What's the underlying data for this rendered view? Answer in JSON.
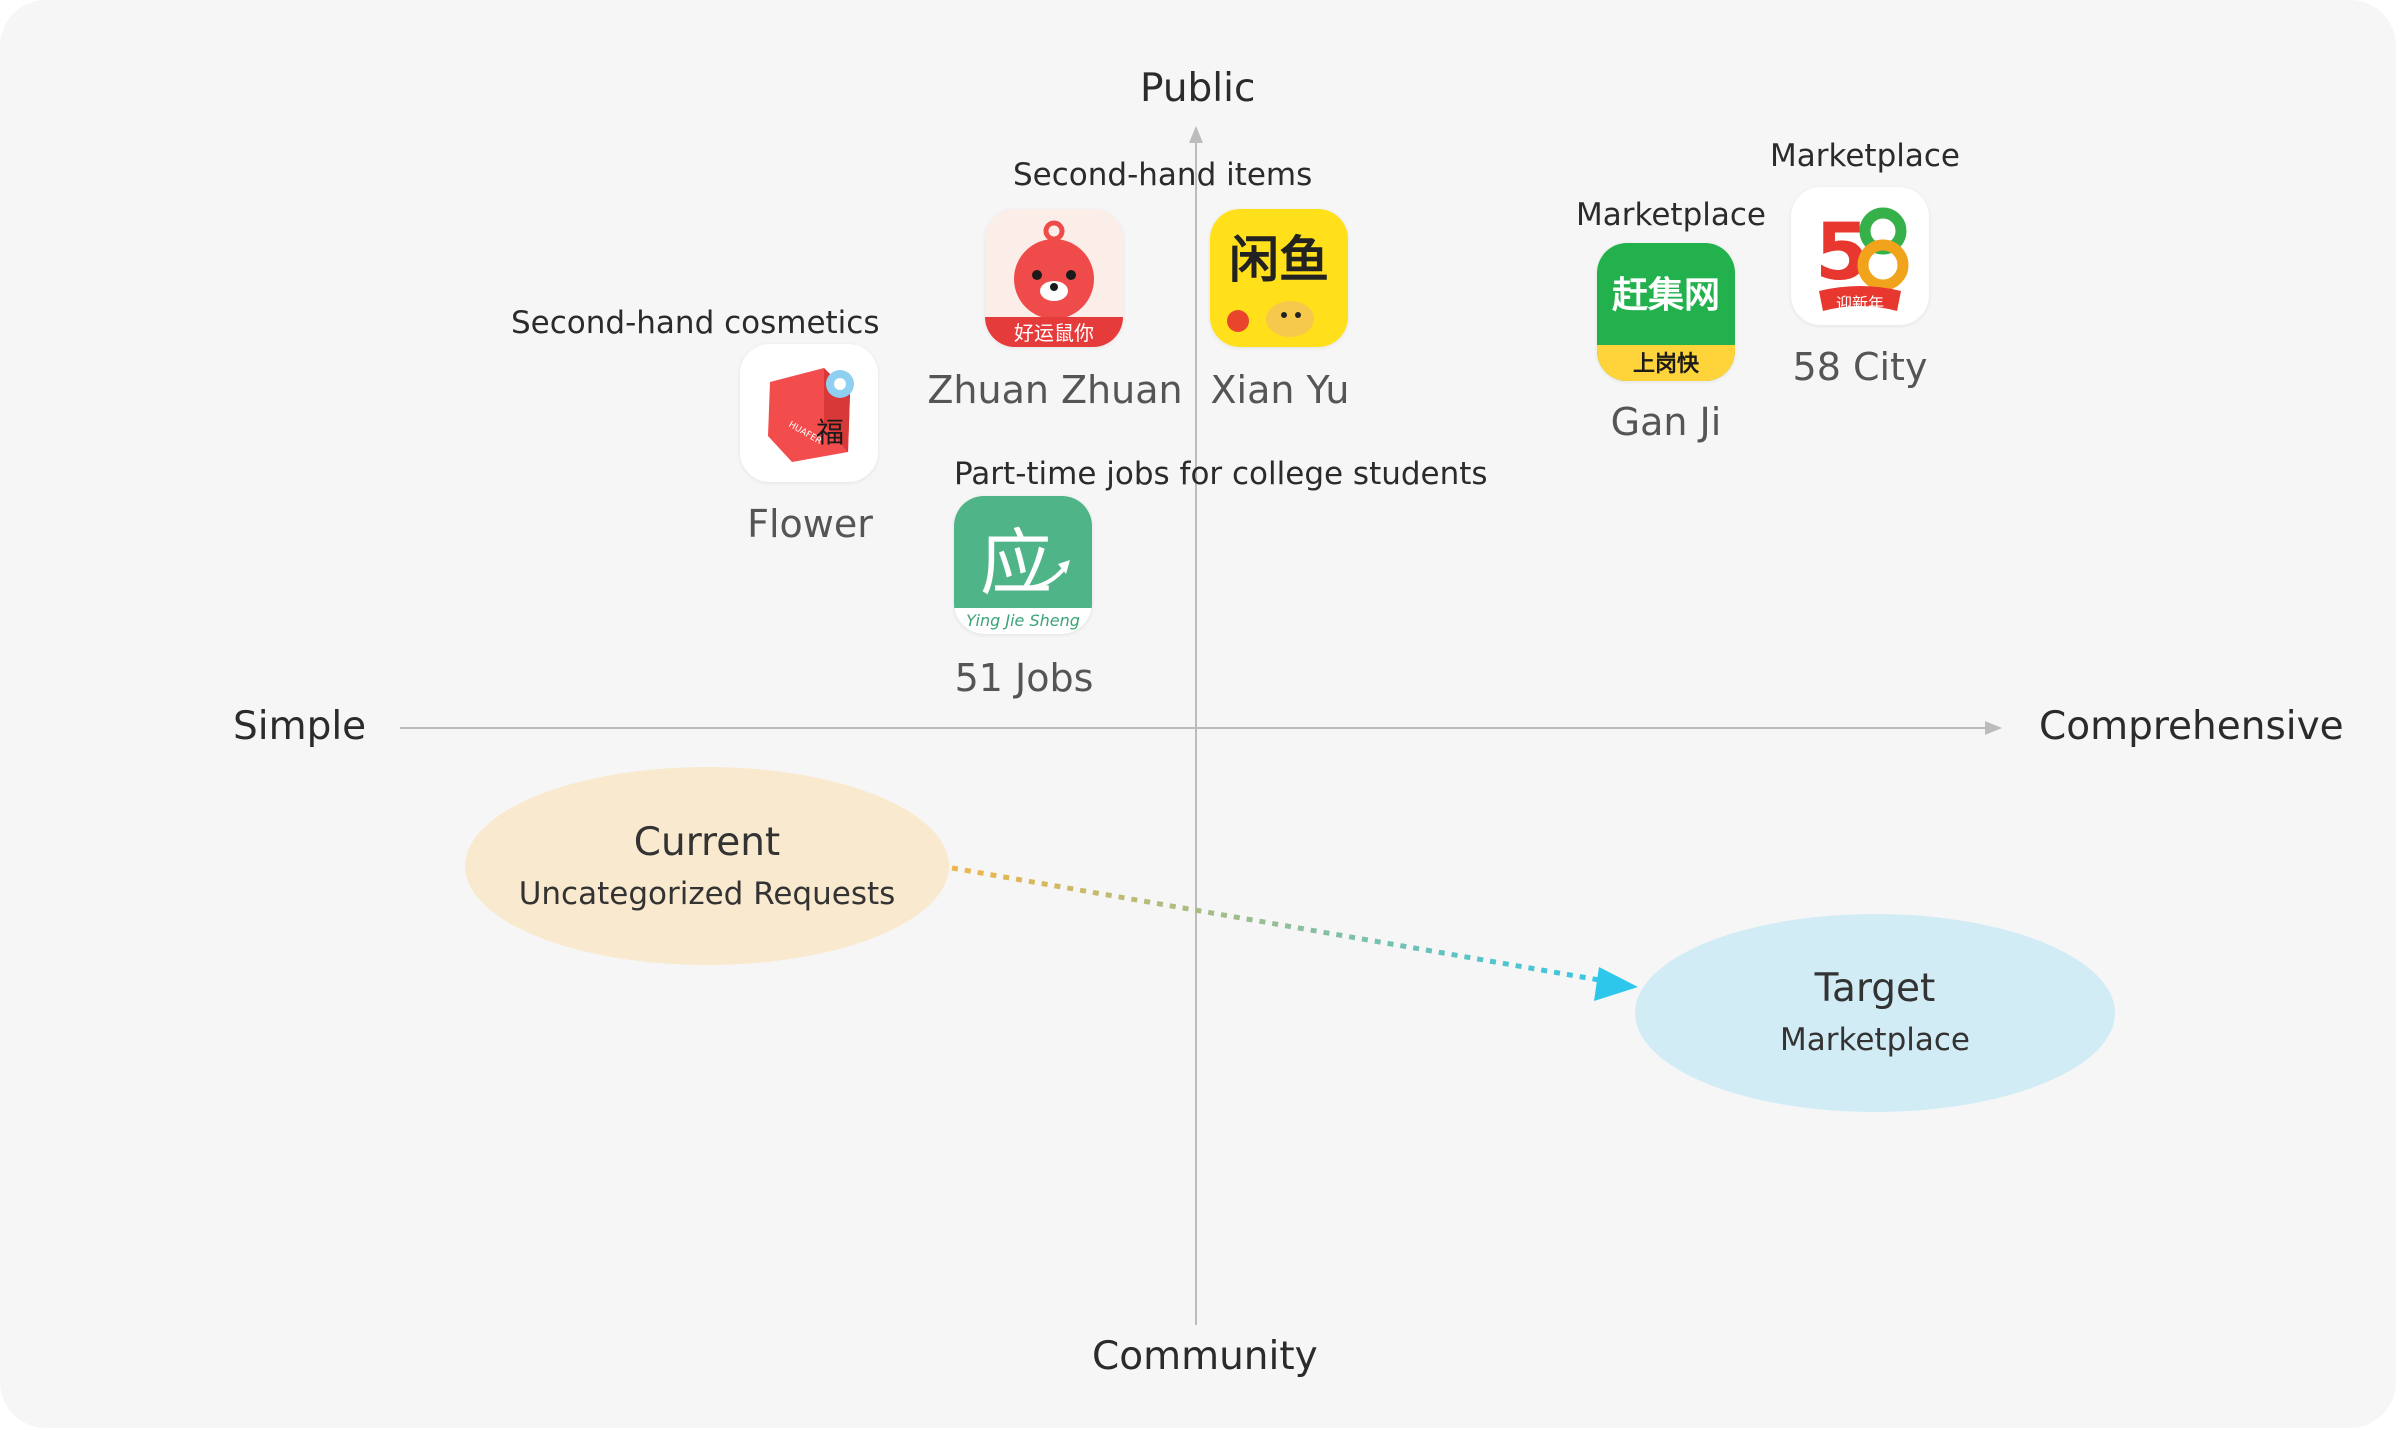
{
  "axes": {
    "top": "Public",
    "bottom": "Community",
    "left": "Simple",
    "right": "Comprehensive"
  },
  "categories": {
    "second_hand_items": "Second-hand items",
    "second_hand_cosmetics": "Second-hand cosmetics",
    "part_time_jobs": "Part-time jobs for college students",
    "marketplace_ganji": "Marketplace",
    "marketplace_58": "Marketplace"
  },
  "apps": {
    "zhuanzhuan": {
      "name": "Zhuan Zhuan",
      "icon": "zhuanzhuan-bear-icon",
      "banner": "好运鼠你"
    },
    "xianyu": {
      "name": "Xian Yu",
      "icon": "xianyu-fish-icon",
      "glyph": "闲鱼"
    },
    "flower": {
      "name": "Flower",
      "icon": "flower-box-icon",
      "brand": "HUAFER",
      "glyph": "福"
    },
    "jobs51": {
      "name": "51 Jobs",
      "icon": "yingjiesheng-icon",
      "glyph": "应",
      "caption": "Ying Jie Sheng"
    },
    "ganji": {
      "name": "Gan Ji",
      "icon": "ganji-icon",
      "glyph": "赶集网",
      "banner": "上岗快"
    },
    "city58": {
      "name": "58 City",
      "icon": "58-icon",
      "digits": "58",
      "banner": "迎新年"
    }
  },
  "positions": {
    "current": {
      "title": "Current",
      "subtitle": "Uncategorized Requests"
    },
    "target": {
      "title": "Target",
      "subtitle": "Marketplace"
    }
  },
  "colors": {
    "background": "#f6f6f6",
    "axis": "#bcbcbc",
    "current_fill": "#f9e9ce",
    "target_fill": "#d2ecf6",
    "arrow_start": "#f0b64a",
    "arrow_end": "#2ec7ec"
  }
}
